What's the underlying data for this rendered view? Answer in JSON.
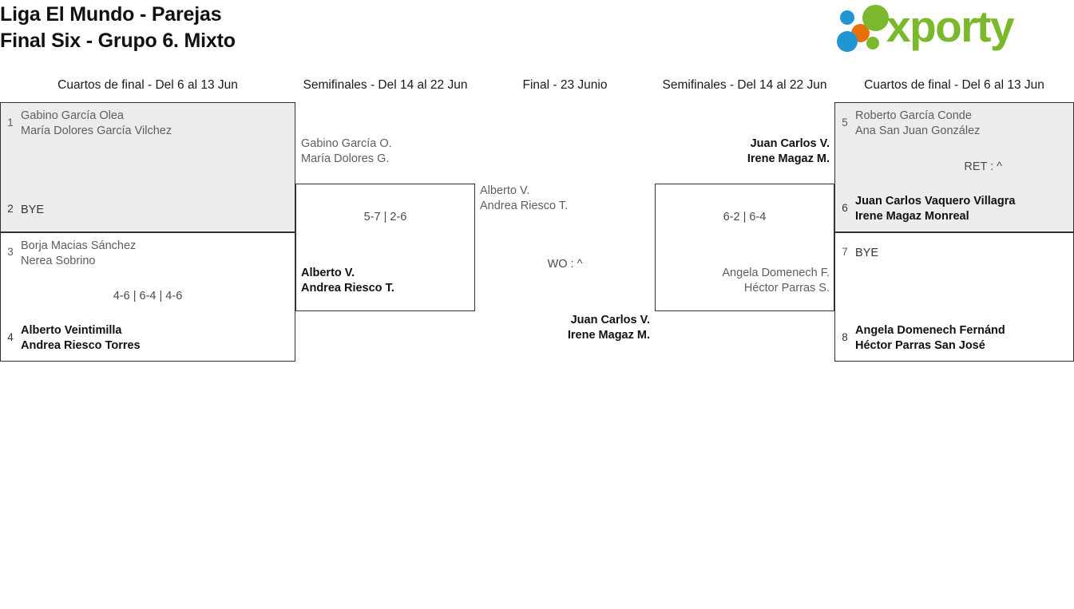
{
  "header": {
    "title_line1": "Liga El Mundo - Parejas",
    "title_line2": "Final Six - Grupo 6. Mixto",
    "logo_text": "xporty",
    "logo_colors": {
      "green": "#7ab92d",
      "blue": "#2196d3",
      "orange": "#e8700a"
    }
  },
  "rounds": [
    {
      "id": "qf-left",
      "label": "Cuartos de final - Del 6 al 13 Jun"
    },
    {
      "id": "sf-left",
      "label": "Semifinales - Del 14 al 22 Jun"
    },
    {
      "id": "final",
      "label": "Final - 23 Junio"
    },
    {
      "id": "sf-right",
      "label": "Semifinales - Del 14 al 22 Jun"
    },
    {
      "id": "qf-right",
      "label": "Cuartos de final - Del 6 al 13 Jun"
    }
  ],
  "matches": {
    "qf1": {
      "seed_top": "1",
      "top_p1": "Gabino García Olea",
      "top_p2": "María Dolores García Vilchez",
      "seed_bottom": "2",
      "bottom_p1": "BYE",
      "score": ""
    },
    "qf2": {
      "seed_top": "3",
      "top_p1": "Borja Macias Sánchez",
      "top_p2": "Nerea Sobrino",
      "seed_bottom": "4",
      "bottom_p1": "Alberto Veintimilla",
      "bottom_p2": "Andrea Riesco Torres",
      "score": "4-6 | 6-4 | 4-6"
    },
    "qf3": {
      "seed_top": "5",
      "top_p1": "Roberto García Conde",
      "top_p2": "Ana San Juan González",
      "seed_bottom": "6",
      "bottom_p1": "Juan Carlos Vaquero Villagra",
      "bottom_p2": "Irene Magaz Monreal",
      "score": "RET : ^"
    },
    "qf4": {
      "seed_top": "7",
      "top_p1": "BYE",
      "seed_bottom": "8",
      "bottom_p1": "Angela Domenech Fernánd",
      "bottom_p2": "Héctor Parras San José",
      "score": ""
    },
    "sf_left": {
      "top_p1": "Gabino García O.",
      "top_p2": "María Dolores G.",
      "bottom_p1": "Alberto V.",
      "bottom_p2": "Andrea Riesco T.",
      "score": "5-7 | 2-6"
    },
    "sf_right": {
      "top_p1": "Juan Carlos V.",
      "top_p2": "Irene Magaz M.",
      "bottom_p1": "Angela Domenech F.",
      "bottom_p2": "Héctor Parras S.",
      "score": "6-2 | 6-4"
    },
    "final": {
      "top_p1": "Alberto V.",
      "top_p2": "Andrea Riesco T.",
      "bottom_p1": "Juan Carlos V.",
      "bottom_p2": "Irene Magaz M.",
      "score": "WO : ^"
    }
  }
}
